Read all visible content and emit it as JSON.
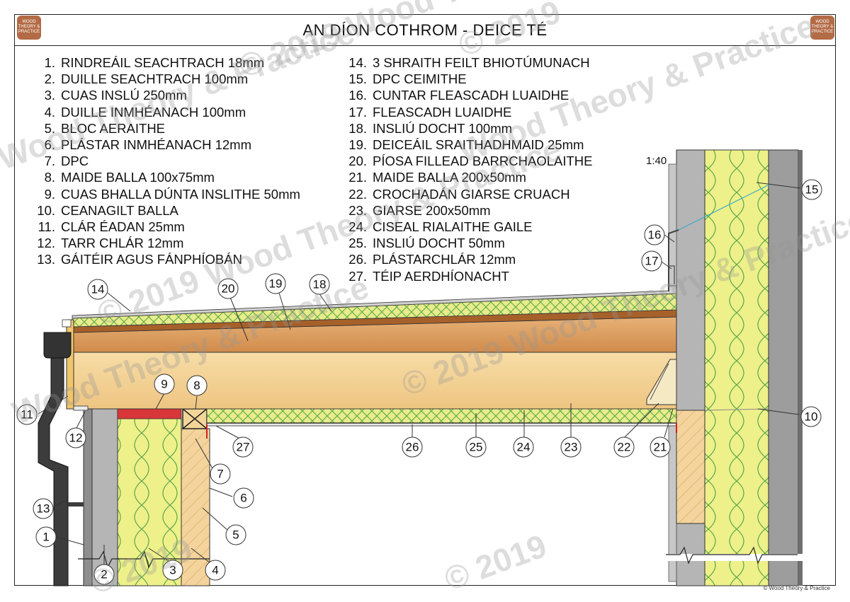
{
  "title": "AN DÍON COTHROM - DEICE TÉ",
  "scale": "1:40",
  "copyright": "© Wood Theory & Practice",
  "logo_text": "WOOD THEORY & PRACTICE",
  "watermark": {
    "year": "© 2019",
    "brand": "Wood Theory & Practice",
    "combined": "© 2019 Wood Theory & Practice"
  },
  "legend_left": [
    {
      "num": "1.",
      "text": "RINDREÁIL SEACHTRACH 18mm"
    },
    {
      "num": "2.",
      "text": "DUILLE SEACHTRACH 100mm"
    },
    {
      "num": "3.",
      "text": "CUAS INSLÚ 250mm"
    },
    {
      "num": "4.",
      "text": "DUILLE INMHÉANACH 100mm"
    },
    {
      "num": "5.",
      "text": "BLOC AERAITHE"
    },
    {
      "num": "6.",
      "text": "PLÁSTAR INMHÉANACH 12mm"
    },
    {
      "num": "7.",
      "text": "DPC"
    },
    {
      "num": "8.",
      "text": "MAIDE BALLA 100x75mm"
    },
    {
      "num": "9.",
      "text": "CUAS BHALLA DÚNTA INSLITHE 50mm"
    },
    {
      "num": "10.",
      "text": "CEANAGILT BALLA"
    },
    {
      "num": "11.",
      "text": "CLÁR ÉADAN 25mm"
    },
    {
      "num": "12.",
      "text": "TARR CHLÁR 12mm"
    },
    {
      "num": "13.",
      "text": "GÁITÉIR AGUS FÁNPHÍOBÁN"
    }
  ],
  "legend_right": [
    {
      "num": "14.",
      "text": "3 SHRAITH FEILT BHIOTÚMUNACH"
    },
    {
      "num": "15.",
      "text": "DPC CEIMITHE"
    },
    {
      "num": "16.",
      "text": "CUNTAR FLEASCADH LUAIDHE"
    },
    {
      "num": "17.",
      "text": "FLEASCADH LUAIDHE"
    },
    {
      "num": "18.",
      "text": "INSLIÚ DOCHT 100mm"
    },
    {
      "num": "19.",
      "text": "DEICEÁIL SRAITHADHMAID 25mm"
    },
    {
      "num": "20.",
      "text": "PÍOSA FILLEAD BARRCHAOLAITHE"
    },
    {
      "num": "21.",
      "text": "MAIDE BALLA 200x50mm"
    },
    {
      "num": "22.",
      "text": "CROCHADÁN GIARSE CRUACH"
    },
    {
      "num": "23.",
      "text": "GIARSE 200x50mm"
    },
    {
      "num": "24.",
      "text": "CISEAL RIALAITHE GAILE"
    },
    {
      "num": "25.",
      "text": "INSLIÚ DOCHT 50mm"
    },
    {
      "num": "26.",
      "text": "PLÁSTARCHLÁR 12mm"
    },
    {
      "num": "27.",
      "text": "TÉIP AERDHÍONACHT"
    }
  ],
  "callouts": [
    "1",
    "2",
    "3",
    "4",
    "5",
    "6",
    "7",
    "8",
    "9",
    "10",
    "11",
    "12",
    "13",
    "14",
    "15",
    "16",
    "17",
    "18",
    "19",
    "20",
    "21",
    "22",
    "23",
    "24",
    "25",
    "26",
    "27"
  ],
  "colors": {
    "insulation": "#e8ec8a",
    "insulation_pattern": "#5aa84a",
    "timber": "#f2d08e",
    "firring": "#d89a5c",
    "block": "#b8b8b8",
    "render": "#8a8a8a",
    "gutter": "#3a3a3a",
    "dpc": "#d03030"
  }
}
